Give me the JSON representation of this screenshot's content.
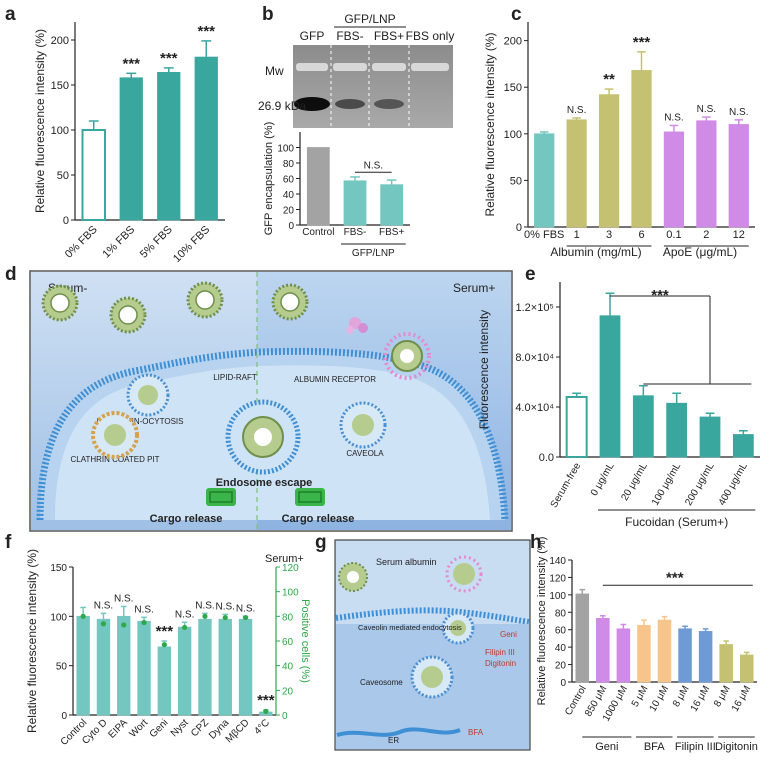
{
  "colors": {
    "teal": "#74c7c0",
    "teal_dark": "#3aa79f",
    "gray": "#a3a3a3",
    "violet": "#d08be6",
    "blue": "#6e9ad6",
    "orange": "#f7c48b",
    "olive": "#c4c272",
    "green_axis": "#2fa84b",
    "black": "#222222"
  },
  "panels": {
    "a": {
      "letter": "a"
    },
    "b": {
      "letter": "b",
      "gel_header": "GFP/LNP",
      "lanes": [
        "GFP",
        "FBS-",
        "FBS+",
        "FBS only"
      ],
      "mw": "Mw",
      "kda": "26.9 kDa"
    },
    "c": {
      "letter": "c",
      "group1": "Albumin (mg/mL)",
      "group2": "ApoE (μg/mL)"
    },
    "d": {
      "letter": "d",
      "serum_minus": "Serum-",
      "serum_plus": "Serum+",
      "lipid_raft": "LIPID-RAFT",
      "albumin_receptor": "ALBUMIN RECEPTOR",
      "macropinocytosis": "MACROPIN-OCYTOSIS",
      "caveola": "CAVEOLA",
      "clathrin": "CLATHRIN COATED PIT",
      "endosome": "Endosome escape",
      "cargo1": "Cargo release",
      "cargo2": "Cargo release"
    },
    "e": {
      "letter": "e"
    },
    "f": {
      "letter": "f",
      "serum_plus": "Serum+"
    },
    "g": {
      "letter": "g",
      "serum_albumin": "Serum albumin",
      "caveolin": "Caveolin mediated endocytosis",
      "geni": "Geni",
      "filipin": "Filipin III",
      "digitonin": "Digitonin",
      "caveosome": "Caveosome",
      "bfa": "BFA",
      "er": "ER"
    },
    "h": {
      "letter": "h"
    }
  },
  "chart_data": [
    {
      "id": "a",
      "type": "bar",
      "categories": [
        "0% FBS",
        "1% FBS",
        "5% FBS",
        "10% FBS"
      ],
      "values": [
        100,
        158,
        164,
        181
      ],
      "errors": [
        10,
        5,
        5,
        18
      ],
      "significance": [
        "",
        "***",
        "***",
        "***"
      ],
      "ylabel": "Relative fluorescence intensity (%)",
      "ylim": [
        0,
        220
      ],
      "yticks": [
        0,
        50,
        100,
        150,
        200
      ],
      "first_bar_hollow": true
    },
    {
      "id": "b",
      "type": "bar",
      "categories": [
        "Control",
        "FBS-",
        "FBS+"
      ],
      "values": [
        100,
        57,
        52
      ],
      "errors": [
        0,
        5,
        6
      ],
      "ylabel": "GFP encapsulation (%)",
      "ylim": [
        0,
        120
      ],
      "yticks": [
        0,
        20,
        40,
        60,
        80,
        100
      ],
      "group_label": "GFP/LNP",
      "comparison_label": "N.S."
    },
    {
      "id": "c",
      "type": "bar",
      "categories": [
        "0% FBS",
        "1",
        "3",
        "6",
        "0.1",
        "2",
        "12"
      ],
      "values": [
        100,
        115,
        142,
        168,
        102,
        114,
        110
      ],
      "errors": [
        2,
        2,
        6,
        20,
        7,
        4,
        5
      ],
      "significance": [
        "",
        "N.S.",
        "**",
        "***",
        "N.S.",
        "N.S.",
        "N.S."
      ],
      "ylabel": "Relative fluorescence intensity (%)",
      "ylim": [
        0,
        220
      ],
      "yticks": [
        0,
        50,
        100,
        150,
        200
      ]
    },
    {
      "id": "e",
      "type": "bar",
      "categories": [
        "Serum-free",
        "0 μg/mL",
        "20 μg/mL",
        "100 μg/mL",
        "200 μg/mL",
        "400 μg/mL"
      ],
      "values": [
        48000,
        113000,
        49000,
        43000,
        32000,
        18000
      ],
      "errors": [
        3000,
        18000,
        8000,
        8000,
        3000,
        3000
      ],
      "ylabel": "Fluorescence intensity",
      "yticks": [
        0,
        40000,
        80000,
        120000
      ],
      "ytick_labels": [
        "0.0",
        "4.0×10⁴",
        "8.0×10⁴",
        "1.2×10⁵"
      ],
      "ylim": [
        0,
        140000
      ],
      "xlabel": "Fucoidan (Serum+)",
      "significance": "***",
      "first_bar_hollow": true
    },
    {
      "id": "f",
      "type": "bar",
      "categories": [
        "Control",
        "Cyto D",
        "EIPA",
        "Wort",
        "Geni",
        "Nyst",
        "CPZ",
        "Dyna",
        "MβCD",
        "4°C"
      ],
      "values": [
        100,
        97,
        100,
        95,
        69,
        89,
        97,
        97,
        97,
        3
      ],
      "errors": [
        9,
        6,
        10,
        4,
        6,
        5,
        6,
        5,
        3,
        2
      ],
      "dots": [
        80,
        74,
        73,
        75,
        57,
        71,
        80,
        79,
        79,
        3
      ],
      "significance": [
        "",
        "N.S.",
        "N.S.",
        "N.S.",
        "***",
        "N.S.",
        "N.S.",
        "N.S.",
        "N.S.",
        "***"
      ],
      "ylabel": "Relative fluorescence intensity (%)",
      "ylabel_right": "Positive cells (%)",
      "ylim": [
        0,
        150
      ],
      "yticks": [
        0,
        50,
        100,
        150
      ],
      "ylim_right": [
        0,
        120
      ],
      "yticks_right": [
        0,
        20,
        40,
        60,
        80,
        100,
        120
      ]
    },
    {
      "id": "h",
      "type": "bar",
      "categories": [
        "Control",
        "850 μM",
        "1000 μM",
        "5 μM",
        "10 μM",
        "8 μM",
        "16 μM",
        "8 μM",
        "16 μM"
      ],
      "values": [
        101,
        73,
        61,
        65,
        71,
        61,
        58,
        43,
        31
      ],
      "errors": [
        5,
        3,
        5,
        6,
        4,
        3,
        3,
        4,
        3
      ],
      "group_labels": [
        "Geni",
        "BFA",
        "Filipin III",
        "Digitonin"
      ],
      "ylabel": "Relative fluorescence intensity (%)",
      "ylim": [
        0,
        140
      ],
      "yticks": [
        0,
        20,
        40,
        60,
        80,
        100,
        120,
        140
      ],
      "significance": "***"
    }
  ]
}
